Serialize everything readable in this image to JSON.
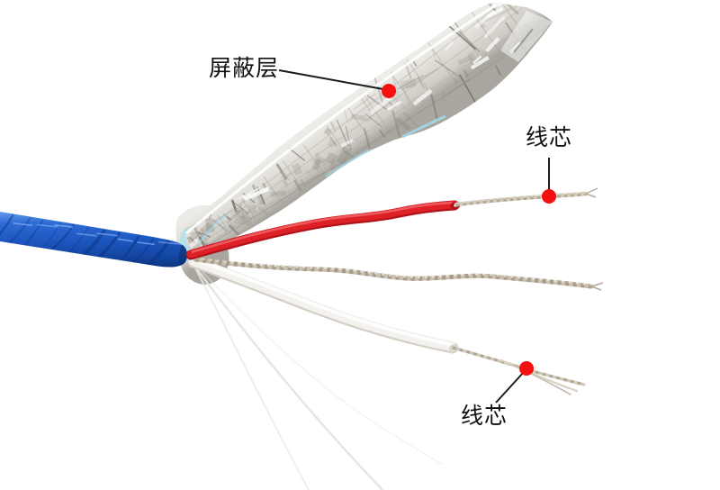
{
  "scene": {
    "background": "#ffffff",
    "description": "Product photo of a stripped shielded cable: blue jacket, peeled aluminium foil shield, red insulated core, bare tinned drain wire and white insulated core, with Chinese part annotations",
    "colors": {
      "jacket_blue": "#1c55be",
      "jacket_blue_light": "#5e97ea",
      "jacket_blue_dark": "#0a306f",
      "foil_light": "#f7f6f2",
      "foil_mid": "#dedcd6",
      "foil_dark": "#a5a39b",
      "foil_cyan": "#9fdcec",
      "wire_red": "#dd2127",
      "wire_red_dark": "#b01318",
      "wire_white": "#f4f2ee",
      "wire_white_shadow": "#d5d0c6",
      "strand_light": "#cfc7b7",
      "strand_dark": "#968b79",
      "marker": "#f50f0f",
      "leader": "#1b1b1b",
      "text": "#111111"
    }
  },
  "annotations": {
    "shield": {
      "text": "屏蔽层"
    },
    "core_top": {
      "text": "线芯"
    },
    "core_bottom": {
      "text": "线芯"
    }
  }
}
